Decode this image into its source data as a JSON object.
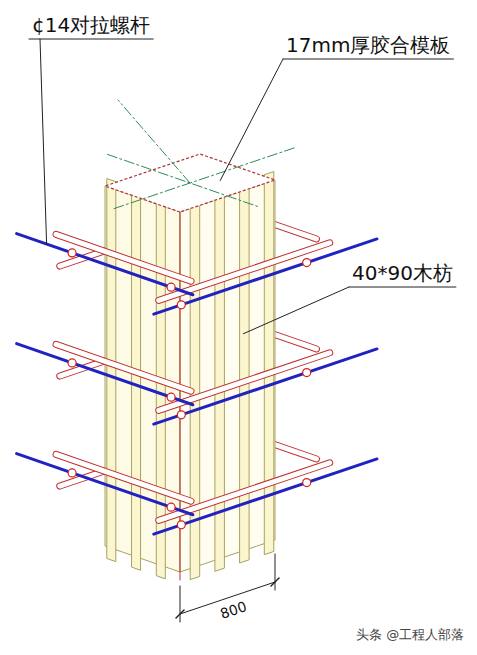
{
  "diagram": {
    "labels": [
      "¢14对拉螺杆",
      "17mm厚胶合模板",
      "40*90木枋",
      "800",
      "头条 @工程人部落"
    ]
  }
}
